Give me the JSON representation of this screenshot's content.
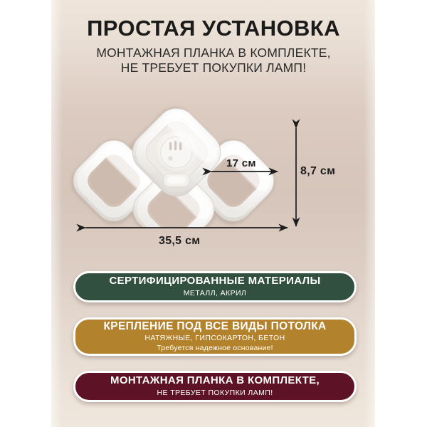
{
  "heading": {
    "title": "ПРОСТАЯ УСТАНОВКА",
    "subtitle_line1": "МОНТАЖНАЯ ПЛАНКА В КОМПЛЕКТЕ,",
    "subtitle_line2": "НЕ ТРЕБУЕТ ПОКУПКИ ЛАМП!"
  },
  "product": {
    "name": "led-ceiling-lamp-four-squares",
    "module_count": 4
  },
  "dimensions": {
    "module_width": "17 см",
    "height": "8,7 см",
    "total_width": "35,5 см"
  },
  "badges": [
    {
      "title": "СЕРТИФИЦИРОВАННЫЕ МАТЕРИАЛЫ",
      "sub": "МЕТАЛЛ, АКРИЛ",
      "sub2": "",
      "color": "#32503f"
    },
    {
      "title": "КРЕПЛЕНИЕ ПОД ВСЕ ВИДЫ ПОТОЛКА",
      "sub": "НАТЯЖНЫЕ, ГИПСОКАРТОН, БЕТОН",
      "sub2": "Требуется надежное основание!",
      "color": "#b3822c"
    },
    {
      "title": "МОНТАЖНАЯ ПЛАНКА В КОМПЛЕКТЕ,",
      "sub": "НЕ ТРЕБУЕТ ПОКУПКИ ЛАМП!",
      "sub2": "",
      "color": "#5e1226"
    }
  ],
  "colors": {
    "background_top": "#efe5da",
    "background_mid": "#d6c5ba",
    "page": "#ffffff",
    "text_dark": "#1b1b1b",
    "badge_green": "#32503f",
    "badge_gold": "#b3822c",
    "badge_burgundy": "#5e1226"
  }
}
